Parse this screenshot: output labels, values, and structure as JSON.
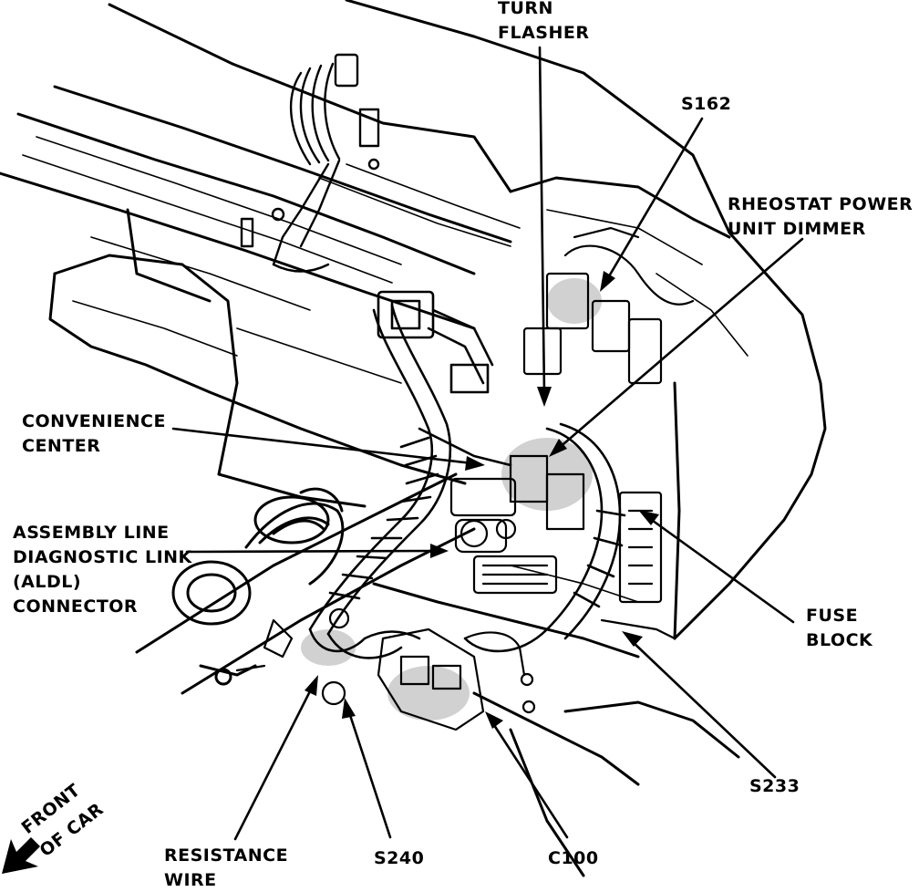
{
  "colors": {
    "ink": "#000000",
    "paper": "#ffffff"
  },
  "labels": {
    "turn_flasher": [
      "TURN",
      "FLASHER"
    ],
    "s162": "S162",
    "rheostat": [
      "RHEOSTAT POWER",
      "UNIT DIMMER"
    ],
    "convenience_center": [
      "CONVENIENCE",
      "CENTER"
    ],
    "aldl": [
      "ASSEMBLY LINE",
      "DIAGNOSTIC LINK",
      "(ALDL)",
      "CONNECTOR"
    ],
    "fuse_block": [
      "FUSE",
      "BLOCK"
    ],
    "s233": "S233",
    "resistance_wire": [
      "RESISTANCE",
      "WIRE"
    ],
    "s240": "S240",
    "c100": "C100",
    "front_of_car": [
      "FRONT",
      "OF CAR"
    ]
  }
}
